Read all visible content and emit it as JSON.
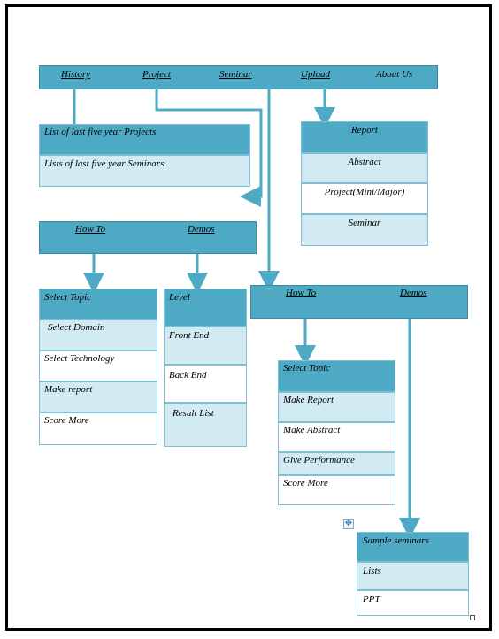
{
  "nav": {
    "history": "History",
    "project": "Project",
    "seminar": "Seminar",
    "upload": "Upload",
    "about": "About Us"
  },
  "history_box": {
    "projects": "List of last five year Projects",
    "seminars": "Lists of last five year Seminars."
  },
  "report_box": {
    "title": "Report",
    "items": [
      "Abstract",
      "Project(Mini/Major)",
      "Seminar"
    ]
  },
  "project_bar": {
    "howto": "How To",
    "demos": "Demos"
  },
  "project_howto_box": {
    "items": [
      "Select Topic",
      "Select Domain",
      "Select Technology",
      "Make report",
      "Score More"
    ]
  },
  "project_demos_box": {
    "items": [
      "Level",
      "Front End",
      "Back End",
      "Result List"
    ]
  },
  "seminar_bar": {
    "howto": "How To",
    "demos": "Demos"
  },
  "seminar_howto_box": {
    "items": [
      "Select Topic",
      "Make Report",
      "Make Abstract",
      "Give Performance",
      "Score More"
    ]
  },
  "seminar_demos_box": {
    "items": [
      "Sample seminars",
      "Lists",
      "PPT"
    ]
  },
  "colors": {
    "dark": "#4ea9c4",
    "light": "#d2eaf2",
    "arrow": "#4ea9c4"
  }
}
